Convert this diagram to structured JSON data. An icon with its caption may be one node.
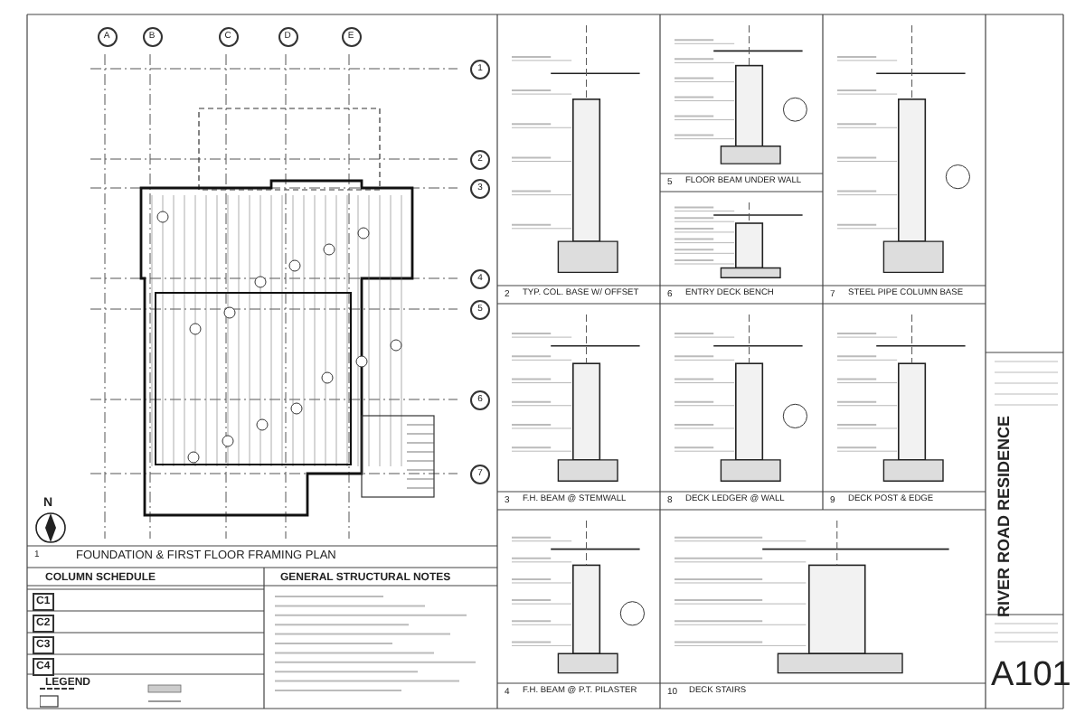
{
  "diagram": {
    "labels": [
      "A",
      "B",
      "C",
      "D",
      "E",
      "1",
      "2",
      "3",
      "4",
      "5",
      "6",
      "7",
      "N",
      "1",
      "FOUNDATION & FIRST FLOOR FRAMING PLAN",
      "COLUMN SCHEDULE",
      "C1",
      "C2",
      "C3",
      "C4",
      "LEGEND",
      "GENERAL STRUCTURAL NOTES",
      "2",
      "TYP. COL. BASE W/ OFFSET",
      "5",
      "FLOOR BEAM UNDER WALL",
      "6",
      "ENTRY DECK BENCH",
      "7",
      "STEEL PIPE COLUMN BASE",
      "3",
      "F.H. BEAM @ STEMWALL",
      "8",
      "DECK LEDGER @ WALL",
      "9",
      "DECK POST & EDGE",
      "4",
      "F.H. BEAM @ P.T. PILASTER",
      "10",
      "DECK STAIRS",
      "RIVER ROAD RESIDENCE",
      "A101"
    ]
  }
}
